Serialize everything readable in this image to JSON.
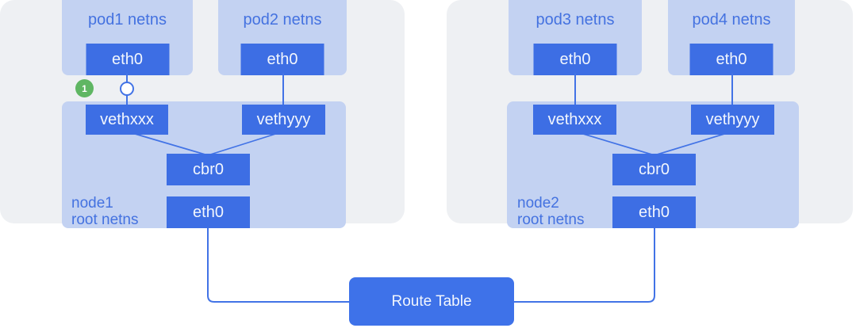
{
  "diagram_title": "kubernetes pod networking namespaces diagram",
  "colors": {
    "panel_bg": "#eef0f3",
    "netns_bg": "#c3d2f2",
    "interface_box_bg": "#3d6ee4",
    "route_table_bg": "#3e72e9",
    "wire_line": "#4273e6",
    "label_text": "#4472e0",
    "box_text": "#f2f6fd",
    "badge_green": "#5fb663"
  },
  "annotations": {
    "badge_label": "1"
  },
  "route_table": {
    "label": "Route Table"
  },
  "nodes": [
    {
      "label_line1": "node1",
      "label_line2": "root netns",
      "pods": [
        {
          "label": "pod1 netns",
          "iface_label": "eth0"
        },
        {
          "label": "pod2 netns",
          "iface_label": "eth0"
        }
      ],
      "veth_left": "vethxxx",
      "veth_right": "vethyyy",
      "bridge_label": "cbr0",
      "root_iface_label": "eth0"
    },
    {
      "label_line1": "node2",
      "label_line2": "root netns",
      "pods": [
        {
          "label": "pod3 netns",
          "iface_label": "eth0"
        },
        {
          "label": "pod4 netns",
          "iface_label": "eth0"
        }
      ],
      "veth_left": "vethxxx",
      "veth_right": "vethyyy",
      "bridge_label": "cbr0",
      "root_iface_label": "eth0"
    }
  ]
}
